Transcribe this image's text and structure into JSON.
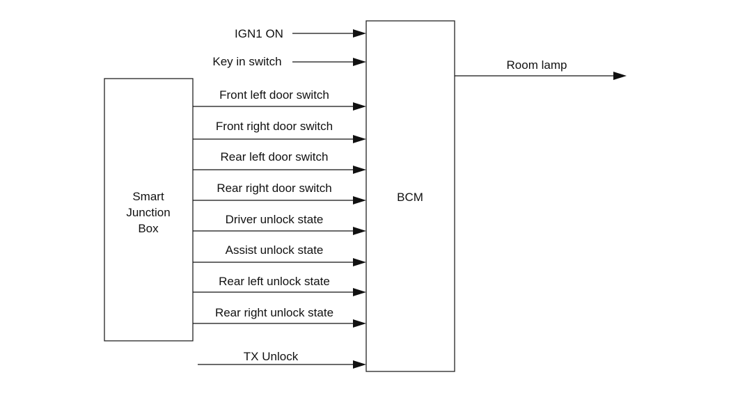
{
  "blocks": {
    "sjb": {
      "lines": [
        "Smart",
        "Junction",
        "Box"
      ]
    },
    "bcm": {
      "label": "BCM"
    }
  },
  "inputs": {
    "ign1": "IGN1 ON",
    "key_in": "Key in switch",
    "front_left_door": "Front left door switch",
    "front_right_door": "Front right door switch",
    "rear_left_door": "Rear left door switch",
    "rear_right_door": "Rear right door switch",
    "driver_unlock": "Driver unlock state",
    "assist_unlock": "Assist unlock state",
    "rear_left_unlock": "Rear left unlock state",
    "rear_right_unlock": "Rear right unlock state",
    "tx_unlock": "TX Unlock"
  },
  "outputs": {
    "room_lamp": "Room lamp"
  }
}
